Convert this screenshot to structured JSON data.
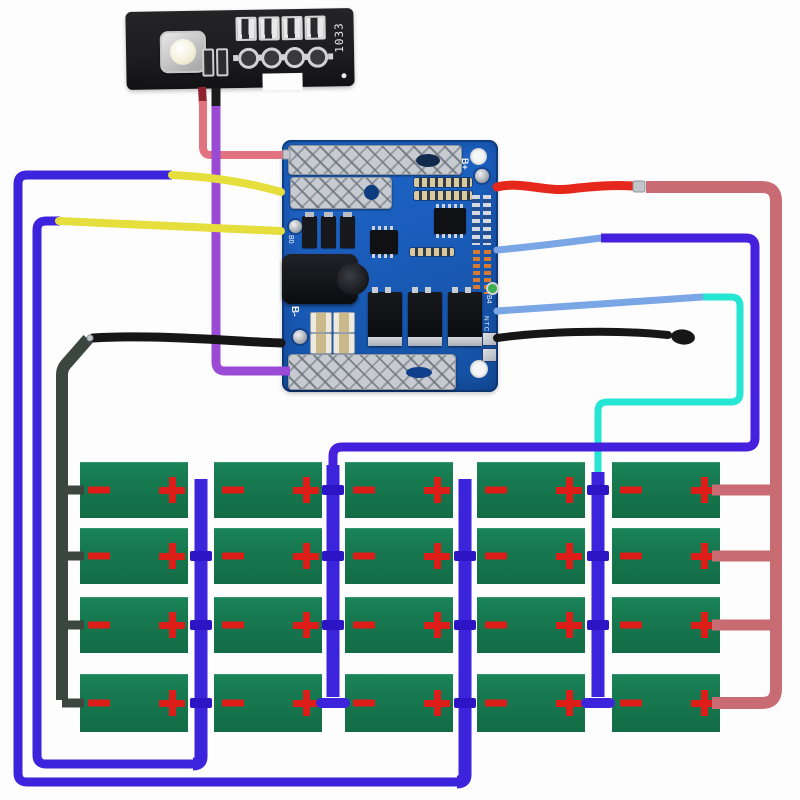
{
  "indicator_board": {
    "silkscreen": "1033",
    "led_footprint_count": 4,
    "resistor_footprint_count": 4
  },
  "bms_board": {
    "labels": {
      "b_plus": "B+",
      "b0": "B0",
      "b_minus": "B-",
      "b4": "B4",
      "ntc": "NTC"
    }
  },
  "battery_pack": {
    "rows": 4,
    "columns": 5,
    "cell": {
      "negative_marker": "-",
      "positive_marker": "+"
    }
  },
  "colors": {
    "rose": "#c96b72",
    "rose_arrow": "#a23a41",
    "red": "#e6271b",
    "light_blue": "#7aa6e6",
    "cyan": "#25e5d3",
    "indigo": "#4520dd",
    "busbar": "#3c23dc",
    "busbar_tick": "#2d14c4",
    "dark_gray": "#3c4641",
    "dark_gray_arrow": "#454f4a",
    "pink": "#e0737f",
    "pink_shrink": "#8f2330",
    "purple": "#9b4ad6",
    "purple_shrink": "#1b1b1b",
    "purple_tip": "#8a3cc6",
    "yellow": "#e5de3d",
    "black_wire": "#161616",
    "silver": "#c3c7cc",
    "cell_green": "#177a50",
    "terminal_red": "#dc1d18",
    "bms_blue": "#1a5cba",
    "board_black": "#1d1d1f"
  }
}
